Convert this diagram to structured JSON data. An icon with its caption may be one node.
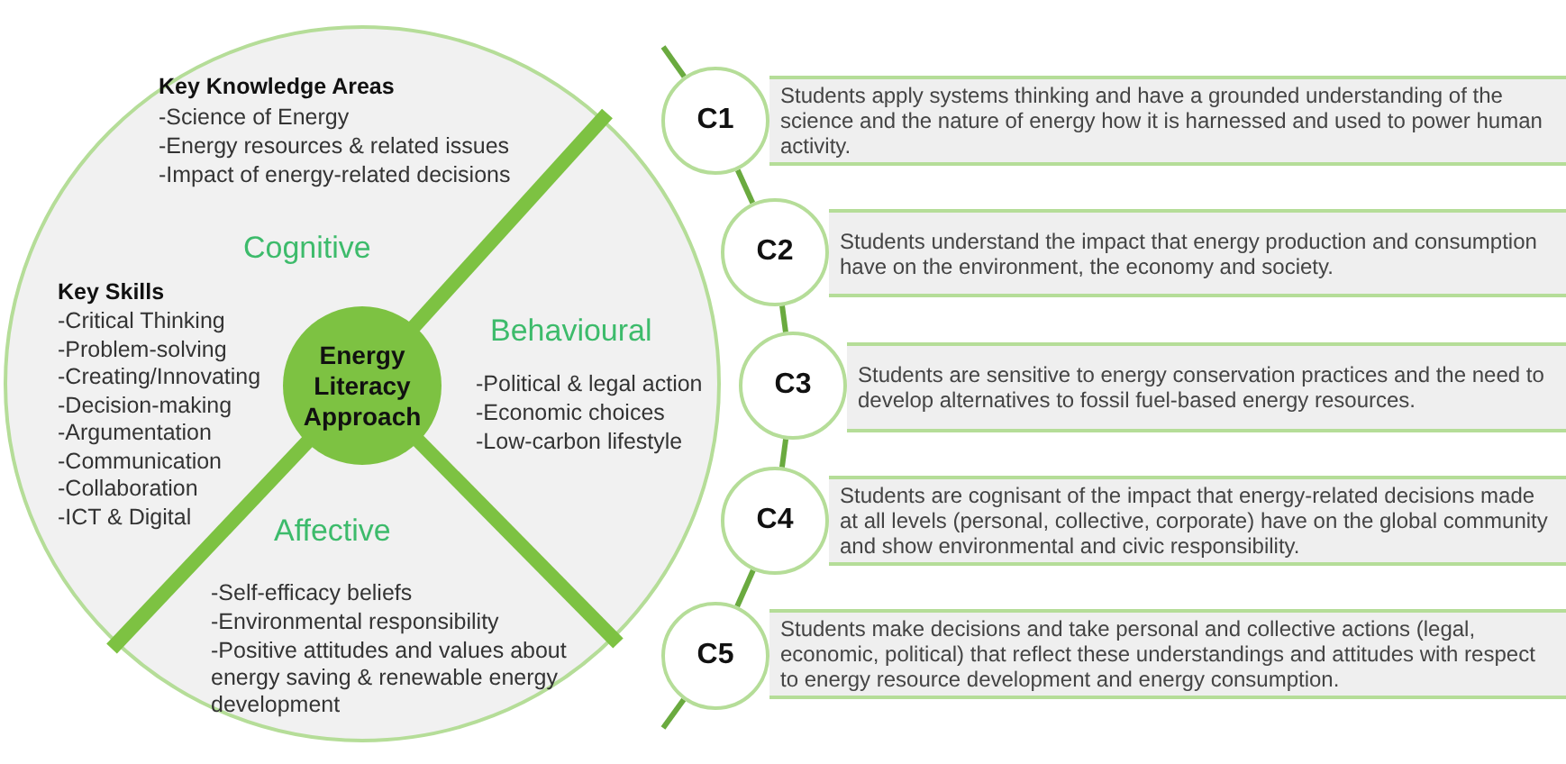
{
  "diagram": {
    "nodes": [
      {
        "text": [],
        "shape": "circle"
      },
      {
        "text": [
          "Energy Literacy Approach"
        ],
        "in": 0
      },
      {
        "text": [
          "Key Knowledge Areas",
          "-Science of Energy",
          "-Energy resources & related issues",
          "-Impact of energy-related decisions",
          "Cognitive",
          "Key Skills",
          "-Critical Thinking",
          "-Problem-solving",
          "-Creating/Innovating",
          "-Decision-making",
          "-Argumentation",
          "-Communication",
          "-Collaboration",
          "-ICT & Digital"
        ],
        "in": 0
      },
      {
        "text": [
          "Behavioural",
          "-Political & legal action",
          "-Economic choices",
          "-Low-carbon lifestyle"
        ],
        "in": 0
      },
      {
        "text": [
          "Affective",
          "-Self-efficacy beliefs",
          "-Environmental responsibility",
          "-Positive attitudes and values about energy saving & renewable energy development"
        ],
        "in": 0
      },
      {
        "text": [
          "C1"
        ]
      },
      {
        "text": [
          "Students apply systems thinking and have a grounded understanding of the science and the nature of energy how it is harnessed and used to power human activity."
        ]
      },
      {
        "text": [
          "C2"
        ]
      },
      {
        "text": [
          "Students understand the impact that energy production and consumption have on the environment, the economy and society."
        ]
      },
      {
        "text": [
          "C3"
        ]
      },
      {
        "text": [
          "Students are sensitive to energy conservation practices and the need to develop alternatives to fossil fuel-based energy resources."
        ]
      },
      {
        "text": [
          "C4"
        ]
      },
      {
        "text": [
          "Students are cognisant of the impact that energy-related decisions made at all levels (personal, collective, corporate) have on the global community and show environmental and civic responsibility."
        ]
      },
      {
        "text": [
          "C5"
        ]
      },
      {
        "text": [
          "Students make decisions and take personal and collective actions (legal, economic, political) that reflect these understandings and attitudes with respect to energy resource development and energy consumption."
        ]
      }
    ],
    "edges": [
      {
        "from": null,
        "to": 5,
        "arrow": "none"
      },
      {
        "from": 5,
        "to": 7,
        "arrow": "none"
      },
      {
        "from": 7,
        "to": 9,
        "arrow": "none"
      },
      {
        "from": 9,
        "to": 11,
        "arrow": "none"
      },
      {
        "from": 11,
        "to": 13,
        "arrow": "none"
      },
      {
        "from": 13,
        "to": null,
        "arrow": "none"
      }
    ]
  }
}
